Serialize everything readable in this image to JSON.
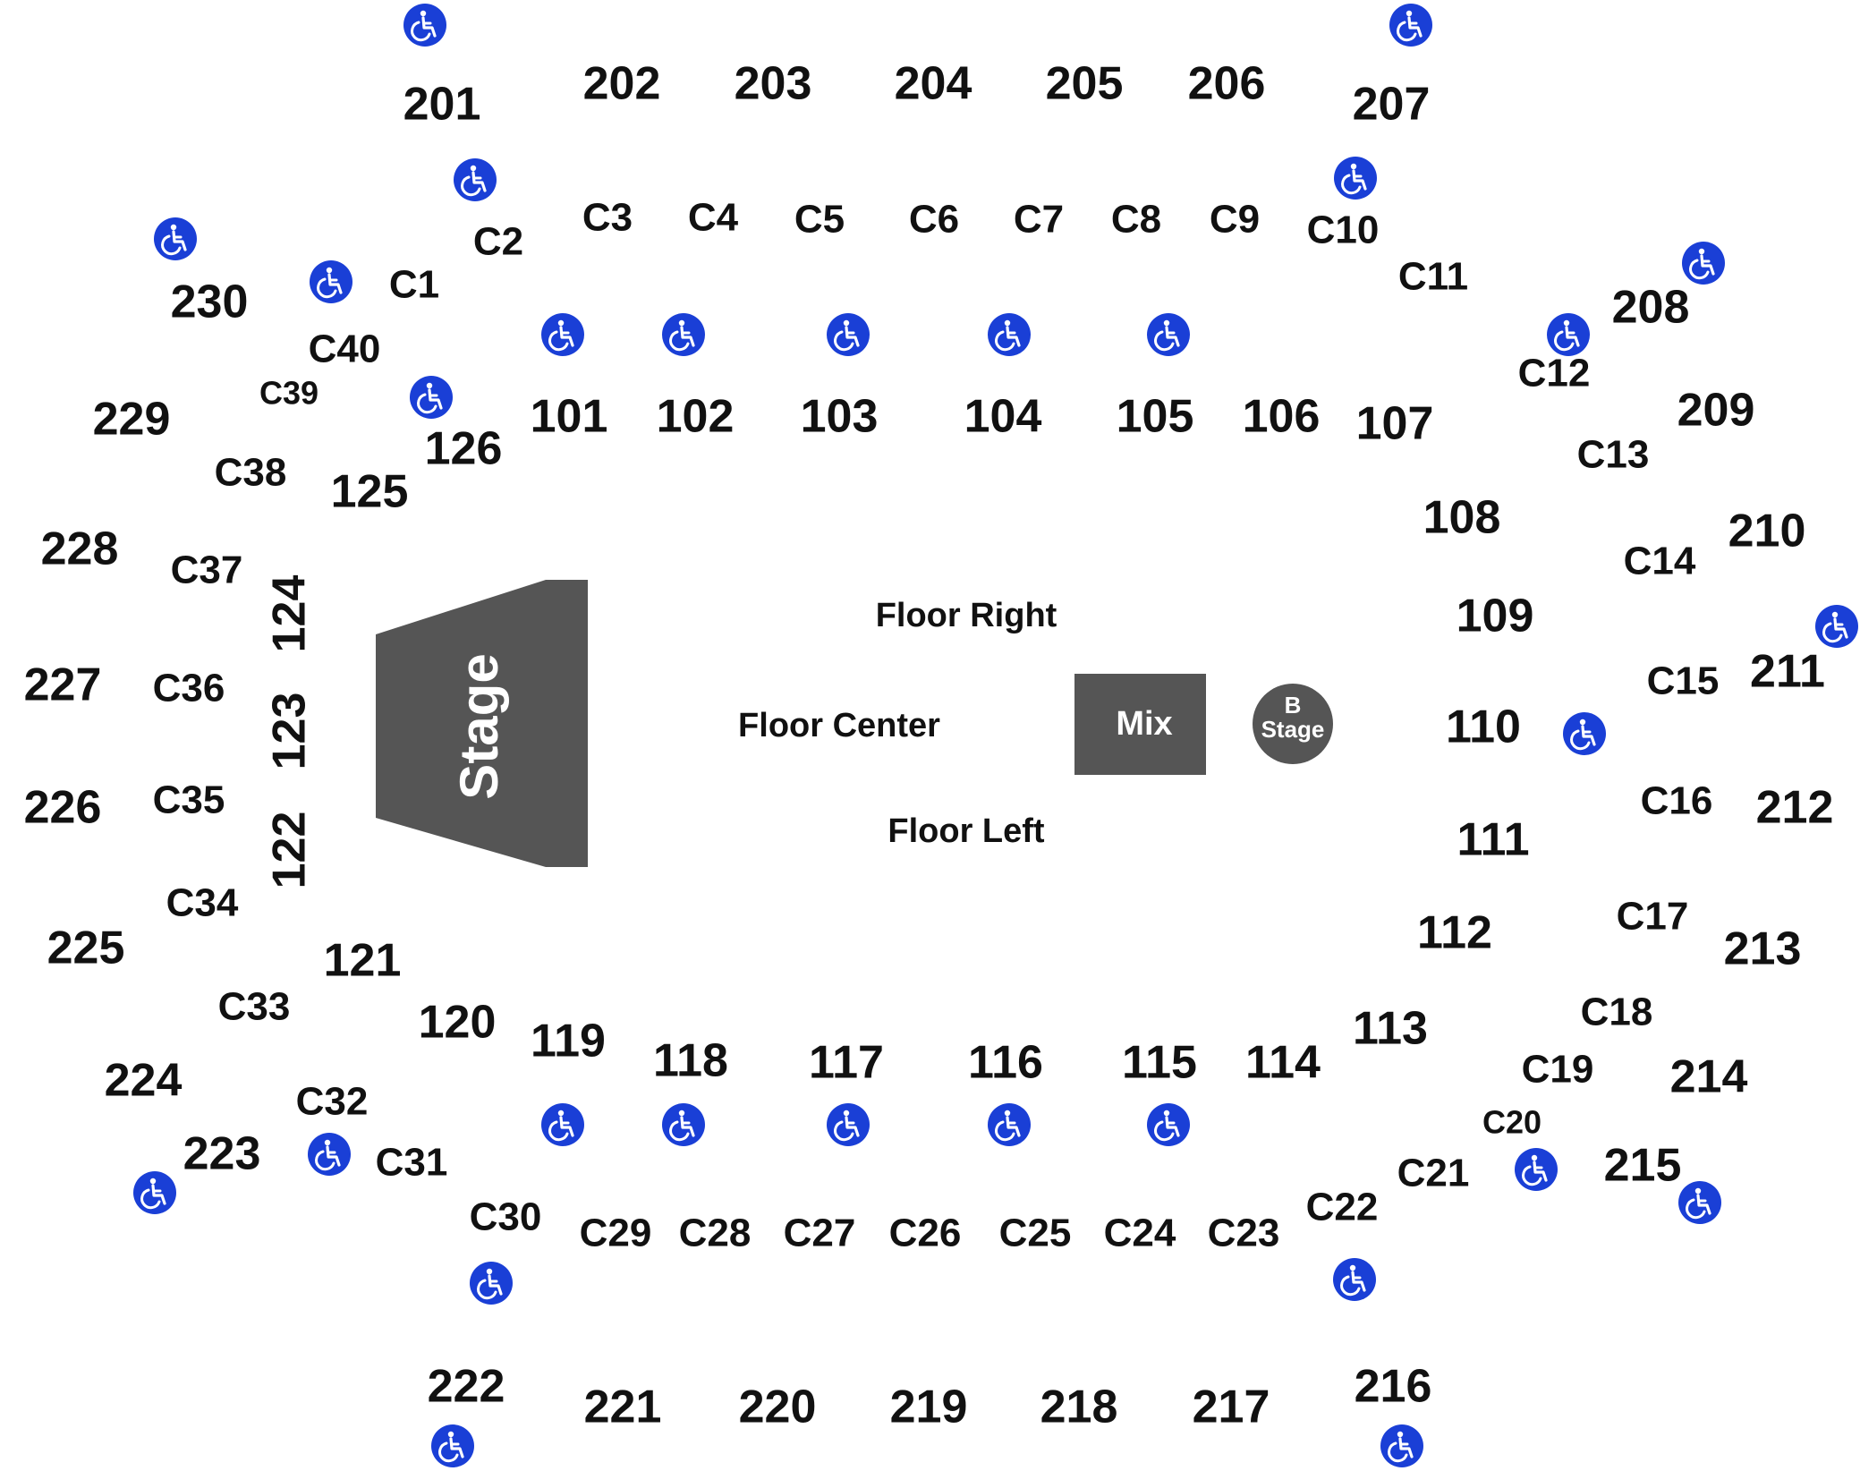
{
  "colors": {
    "accessible": "#1a3fd6",
    "stage": "#555555",
    "text": "#111111"
  },
  "icon": "wheelchair-accessible-icon",
  "stage": {
    "label": "Stage"
  },
  "mix": {
    "label": "Mix"
  },
  "b_stage": {
    "line1": "B",
    "line2": "Stage"
  },
  "floor": {
    "right": "Floor Right",
    "center": "Floor Center",
    "left": "Floor Left"
  },
  "upper_sections": [
    "201",
    "202",
    "203",
    "204",
    "205",
    "206",
    "207",
    "208",
    "209",
    "210",
    "211",
    "212",
    "213",
    "214",
    "215",
    "216",
    "217",
    "218",
    "219",
    "220",
    "221",
    "222",
    "223",
    "224",
    "225",
    "226",
    "227",
    "228",
    "229",
    "230"
  ],
  "lower_sections": [
    "101",
    "102",
    "103",
    "104",
    "105",
    "106",
    "107",
    "108",
    "109",
    "110",
    "111",
    "112",
    "113",
    "114",
    "115",
    "116",
    "117",
    "118",
    "119",
    "120",
    "121",
    "122",
    "123",
    "124",
    "125",
    "126"
  ],
  "club_sections": [
    "C1",
    "C2",
    "C3",
    "C4",
    "C5",
    "C6",
    "C7",
    "C8",
    "C9",
    "C10",
    "C11",
    "C12",
    "C13",
    "C14",
    "C15",
    "C16",
    "C17",
    "C18",
    "C19",
    "C20",
    "C21",
    "C22",
    "C23",
    "C24",
    "C25",
    "C26",
    "C27",
    "C28",
    "C29",
    "C30",
    "C31",
    "C32",
    "C33",
    "C34",
    "C35",
    "C36",
    "C37",
    "C38",
    "C39",
    "C40"
  ]
}
